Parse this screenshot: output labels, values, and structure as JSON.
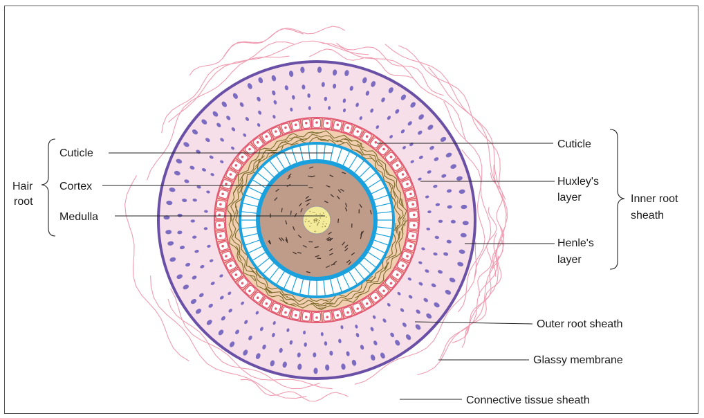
{
  "labels": {
    "left_group": "Hair root",
    "left_group_line1": "Hair",
    "left_group_line2": "root",
    "cuticle_left": "Cuticle",
    "cortex": "Cortex",
    "medulla": "Medulla",
    "cuticle_right": "Cuticle",
    "huxley_line1": "Huxley's",
    "huxley_line2": "layer",
    "inner_root_sheath_line1": "Inner root",
    "inner_root_sheath_line2": "sheath",
    "henle_line1": "Henle's",
    "henle_line2": "layer",
    "outer_root_sheath": "Outer root sheath",
    "glassy_membrane": "Glassy membrane",
    "connective_tissue_sheath": "Connective tissue sheath"
  },
  "colors": {
    "glassy_membrane": "#6a4fa6",
    "outer_sheath_fill": "#f6dfe8",
    "nuclei": "#7b6cc2",
    "henle_cells": "#e25a74",
    "huxley_fill": "#f2cfb0",
    "huxley_strands": "#7a6a2a",
    "cuticle_blue": "#1aa0dc",
    "cortex_fill": "#bf9c8a",
    "medulla_fill": "#f3ea9a",
    "connective": "#ef9bb0"
  }
}
